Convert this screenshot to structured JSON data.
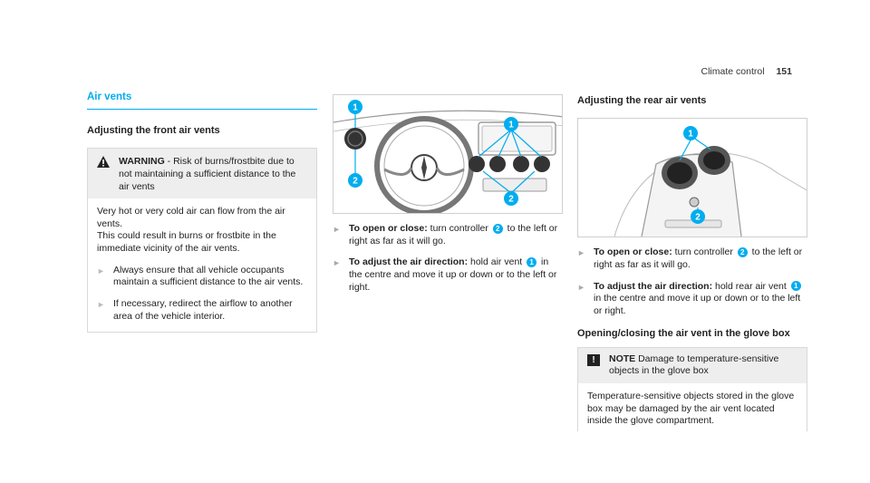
{
  "header": {
    "section": "Climate control",
    "page": "151"
  },
  "col1": {
    "title": "Air vents",
    "subhead": "Adjusting the front air vents",
    "warning": {
      "label": "WARNING",
      "text": " - Risk of burns/frostbite due to not maintaining a sufficient distance to the air vents",
      "body1": "Very hot or very cold air can flow from the air vents.",
      "body2": "This could result in burns or frostbite in the immediate vicinity of the air vents.",
      "bullet1": "Always ensure that all vehicle occupants maintain a sufficient distance to the air vents.",
      "bullet2": "If necessary, redirect the airflow to another area of the vehicle interior."
    }
  },
  "col2": {
    "figure": {
      "callout1": "1",
      "callout2": "2"
    },
    "step1": {
      "bold": "To open or close:",
      "pre": " turn controller ",
      "num": "2",
      "post": " to the left or right as far as it will go."
    },
    "step2": {
      "bold": "To adjust the air direction:",
      "pre": " hold air vent ",
      "num": "1",
      "post": " in the centre and move it up or down or to the left or right."
    }
  },
  "col3": {
    "subhead": "Adjusting the rear air vents",
    "figure": {
      "callout1": "1",
      "callout2": "2"
    },
    "step1": {
      "bold": "To open or close:",
      "pre": " turn controller ",
      "num": "2",
      "post": " to the left or right as far as it will go."
    },
    "step2": {
      "bold": "To adjust the air direction:",
      "pre": " hold rear air vent ",
      "num": "1",
      "post": " in the centre and move it up or down or to the left or right."
    },
    "subhead2": "Opening/closing the air vent in the glove box",
    "note": {
      "label": "NOTE",
      "text": " Damage to temperature-sensitive objects in the glove box",
      "body": "Temperature-sensitive objects stored in the glove box may be damaged by the air vent located inside the glove compartment."
    }
  }
}
